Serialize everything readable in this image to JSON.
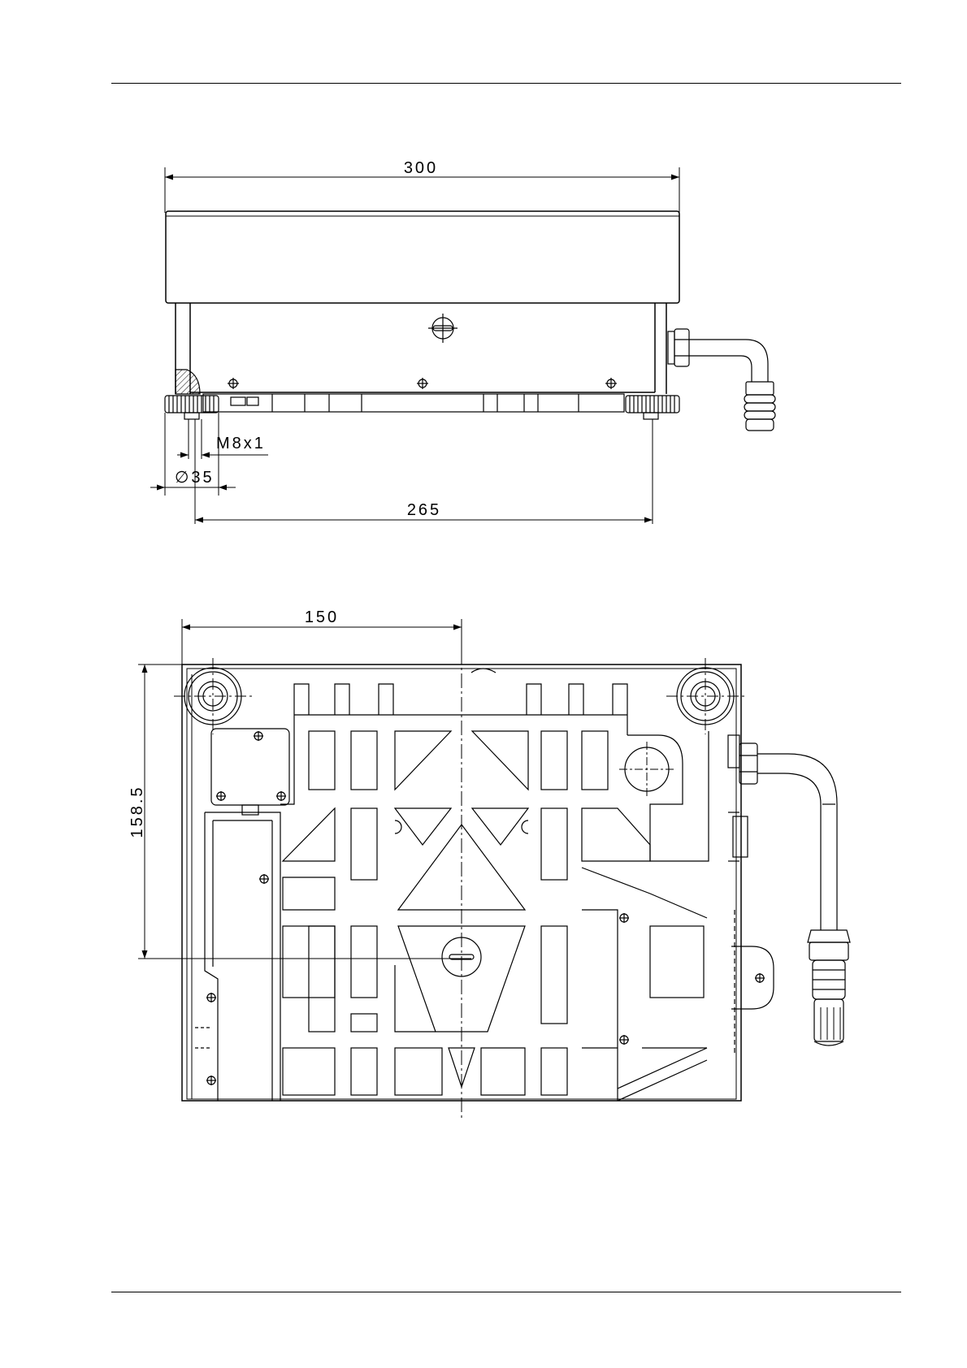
{
  "page": {
    "background": "#ffffff",
    "line_color": "#000000"
  },
  "side_view": {
    "dim_width": "300",
    "dim_thread": "M8x1",
    "dim_foot_diameter": "∅35",
    "dim_foot_spacing": "265"
  },
  "bottom_view": {
    "dim_half_width": "150",
    "dim_depth": "158.5"
  }
}
